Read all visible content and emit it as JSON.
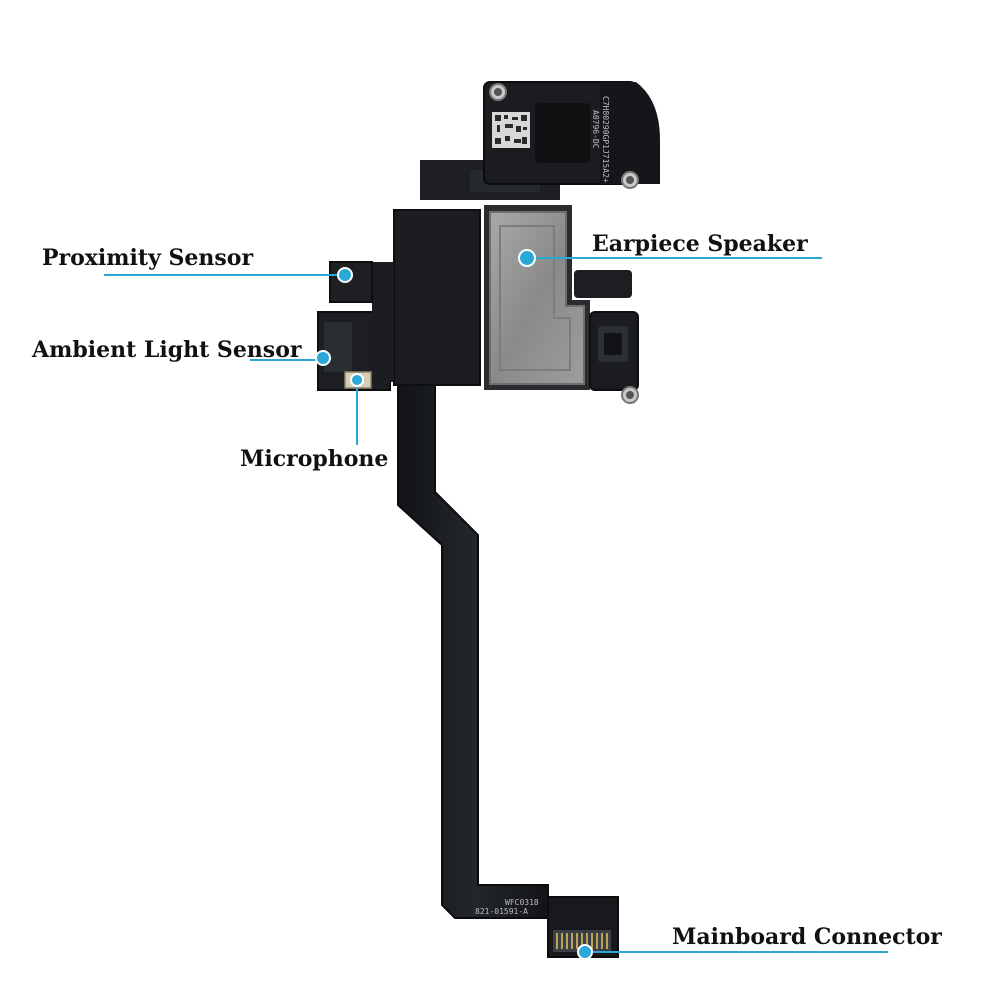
{
  "labels": {
    "proximity_sensor": "Proximity Sensor",
    "ambient_light_sensor": "Ambient Light Sensor",
    "microphone": "Microphone",
    "earpiece_speaker": "Earpiece Speaker",
    "mainboard_connector": "Mainboard Connector"
  },
  "component_print": {
    "speaker_serial_line1": "C7H80290GP1J715A2+",
    "speaker_serial_line2": "A0796-DC",
    "connector_print_line1": "821-01591-A",
    "connector_print_line2": "WFC0318"
  },
  "colors": {
    "callout": "#2aa9d6",
    "flex": "#17191c",
    "flex_edge": "#2b2e33",
    "speaker_plate": "#8f8f8f",
    "label_text": "#111111"
  }
}
